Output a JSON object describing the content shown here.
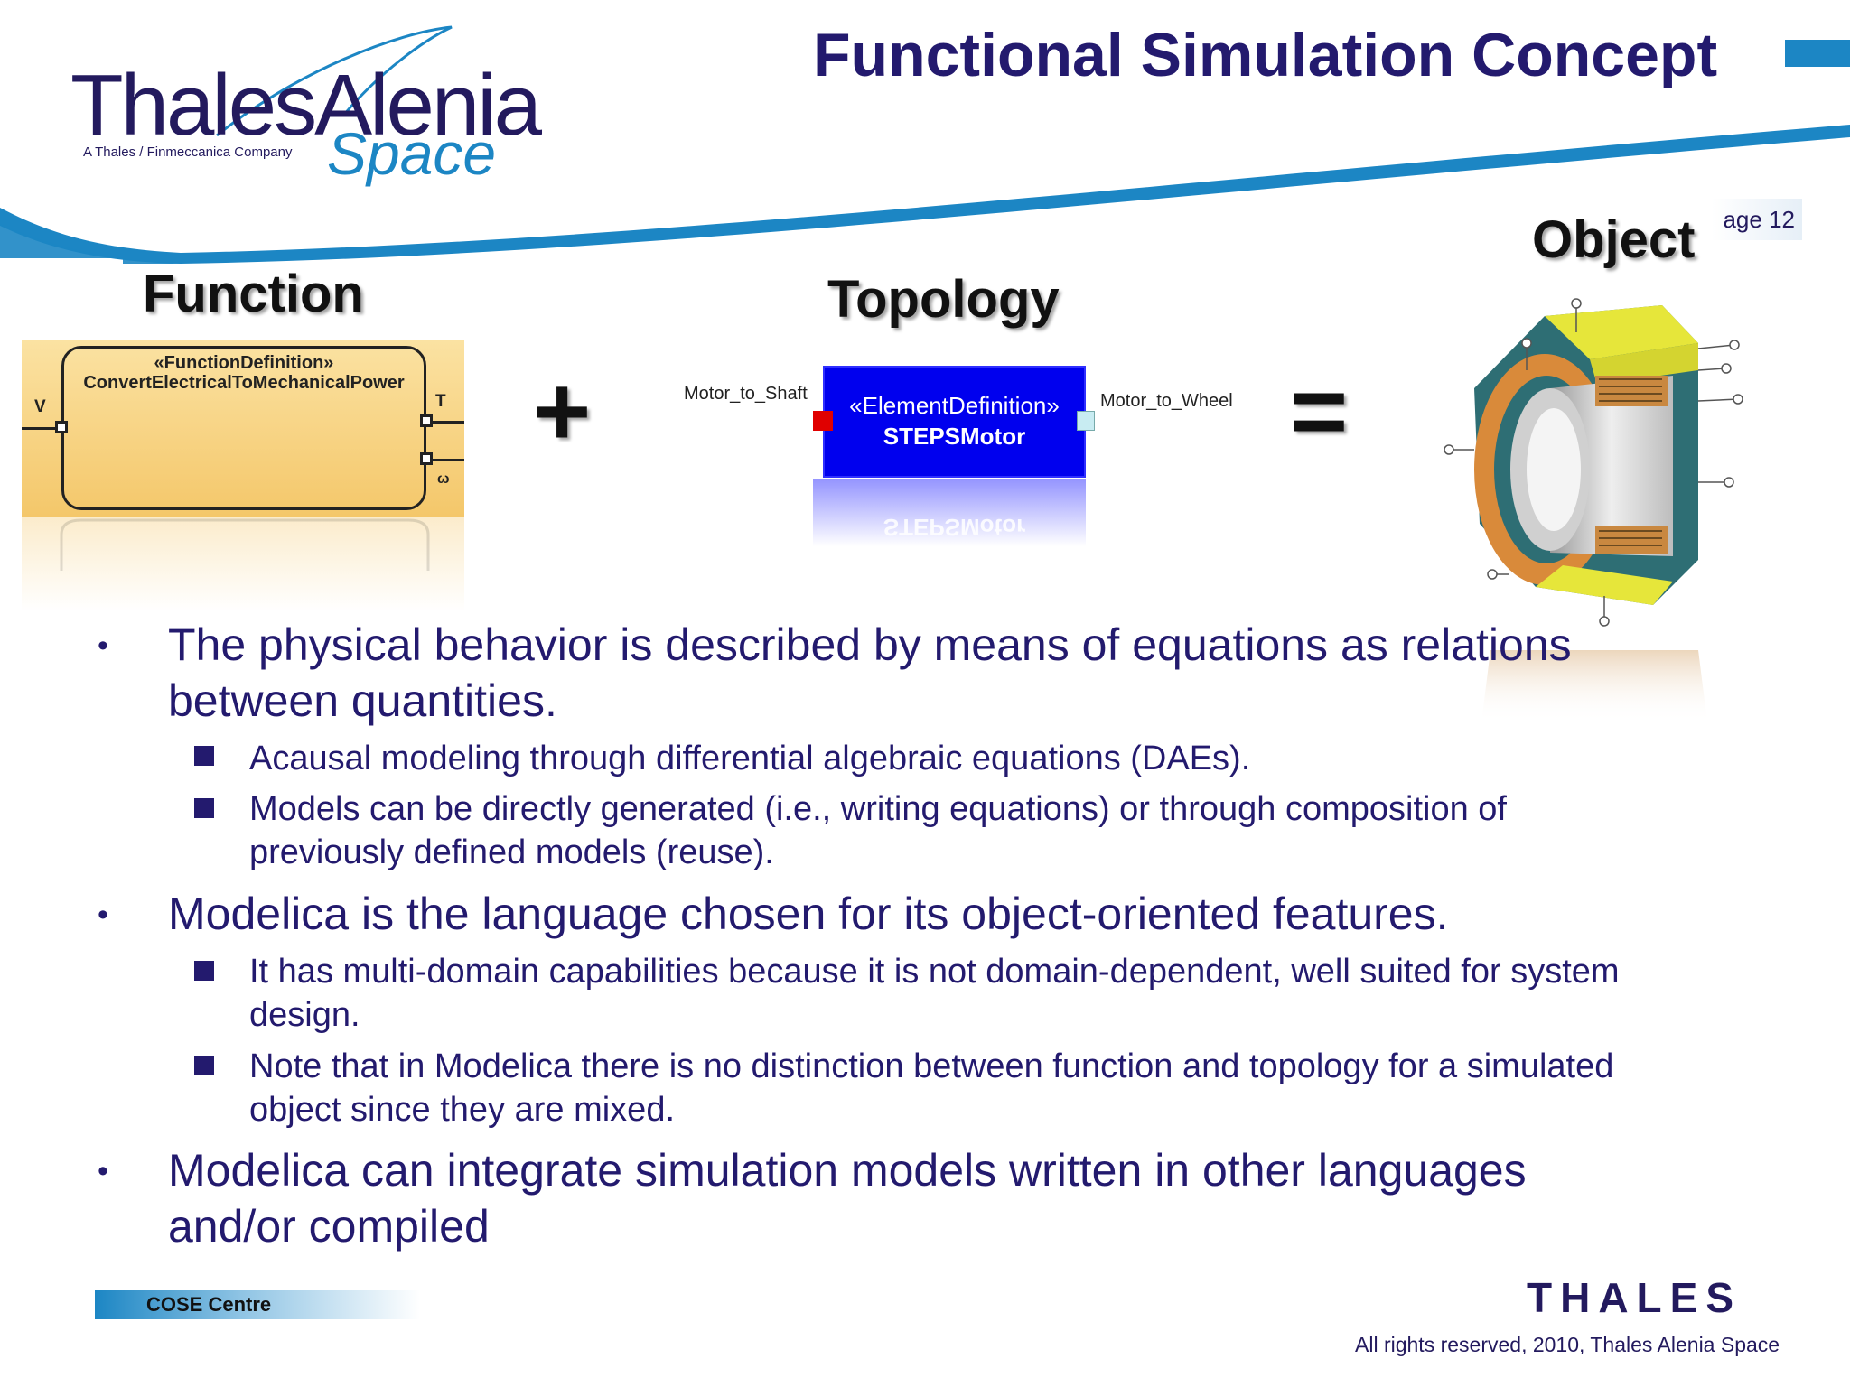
{
  "logo": {
    "brand": "ThalesAlenia",
    "space": "Space",
    "tagline": "A Thales / Finmeccanica Company"
  },
  "title": "Functional Simulation Concept",
  "page_label": "age 12",
  "headings": {
    "function": "Function",
    "topology": "Topology",
    "object": "Object"
  },
  "function_block": {
    "stereotype": "«FunctionDefinition»",
    "name": "ConvertElectricalToMechanicalPower",
    "ports": {
      "v": "V",
      "t": "T",
      "omega": "ω"
    }
  },
  "topology_block": {
    "stereotype": "«ElementDefinition»",
    "name": "STEPSMotor",
    "left_port": "Motor_to_Shaft",
    "right_port": "Motor_to_Wheel"
  },
  "operators": {
    "plus": "+",
    "equals": "="
  },
  "bullets": [
    {
      "text": "The physical behavior is described by means of equations as relations between quantities.",
      "subs": [
        "Acausal modeling through differential algebraic equations (DAEs).",
        "Models can be directly generated (i.e., writing equations) or through composition of previously defined models (reuse)."
      ]
    },
    {
      "text": "Modelica is the language chosen for its object-oriented features.",
      "subs": [
        "It has multi-domain capabilities because it is not domain-dependent, well suited for system design.",
        "Note that in Modelica there is no distinction between function and topology for a simulated object since they are mixed."
      ]
    },
    {
      "text": "Modelica can integrate simulation models written in other languages and/or compiled",
      "subs": []
    }
  ],
  "footer": {
    "centre": "COSE Centre",
    "company_logo": "THALES",
    "copyright": "All rights reserved, 2010,  Thales Alenia Space"
  },
  "colors": {
    "navy": "#231a6e",
    "accent_blue": "#1c86c4",
    "topology_blue": "#0000ee",
    "function_amber": "#f4c76a"
  }
}
